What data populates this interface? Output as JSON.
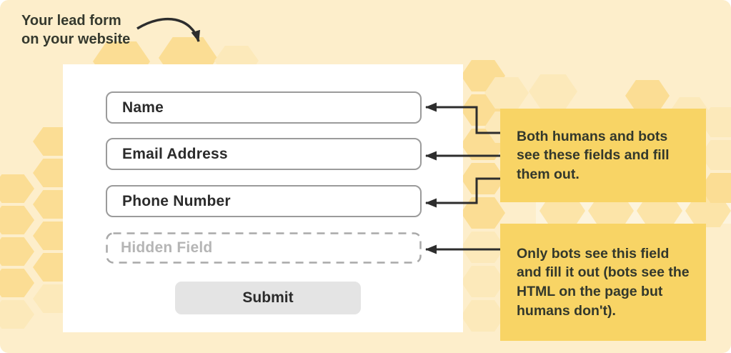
{
  "lead_label": {
    "line1": "Your lead form",
    "line2": "on your website"
  },
  "form": {
    "fields": [
      {
        "label": "Name",
        "visibility": "visible"
      },
      {
        "label": "Email Address",
        "visibility": "visible"
      },
      {
        "label": "Phone Number",
        "visibility": "visible"
      },
      {
        "label": "Hidden Field",
        "visibility": "hidden-honeypot"
      }
    ],
    "submit_label": "Submit"
  },
  "callouts": [
    {
      "text": "Both humans and bots see these fields and fill them out."
    },
    {
      "text": "Only bots see this field and fill it out (bots see the HTML on the page but humans don't)."
    }
  ],
  "colors": {
    "background": "#fdeecb",
    "hexagon_medium": "#fbdd94",
    "hexagon_pale": "#fce9ba",
    "hexagon_light": "#fce4a8",
    "callout_yellow": "#f8d465",
    "card_background": "#ffffff",
    "text_dark": "#33382c",
    "field_text": "#2b2b2b",
    "hidden_field_text": "#b5b5b5",
    "field_border": "#9b9b9b",
    "hidden_field_border": "#a9a9a9",
    "submit_background": "#e4e4e4",
    "arrow": "#2d2d2d"
  }
}
